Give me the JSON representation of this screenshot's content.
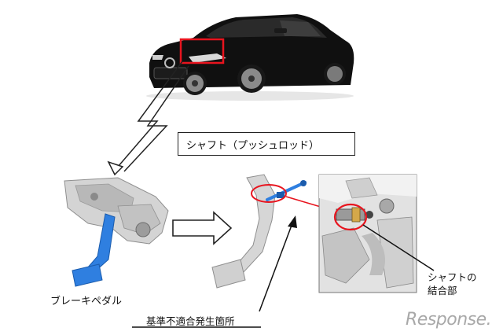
{
  "callout_text": "シャフト（プッシュロッド）",
  "pedal_label": "ブレーキペダル",
  "site_label": "基準不適合発生箇所",
  "joint_label_line1": "シャフトの",
  "joint_label_line2": "結合部",
  "watermark": "Response.",
  "colors": {
    "highlight_red": "#e8141e",
    "pedal_blue": "#2f7fe0",
    "car_body": "#101010",
    "part_gray": "#c9c9c9"
  }
}
